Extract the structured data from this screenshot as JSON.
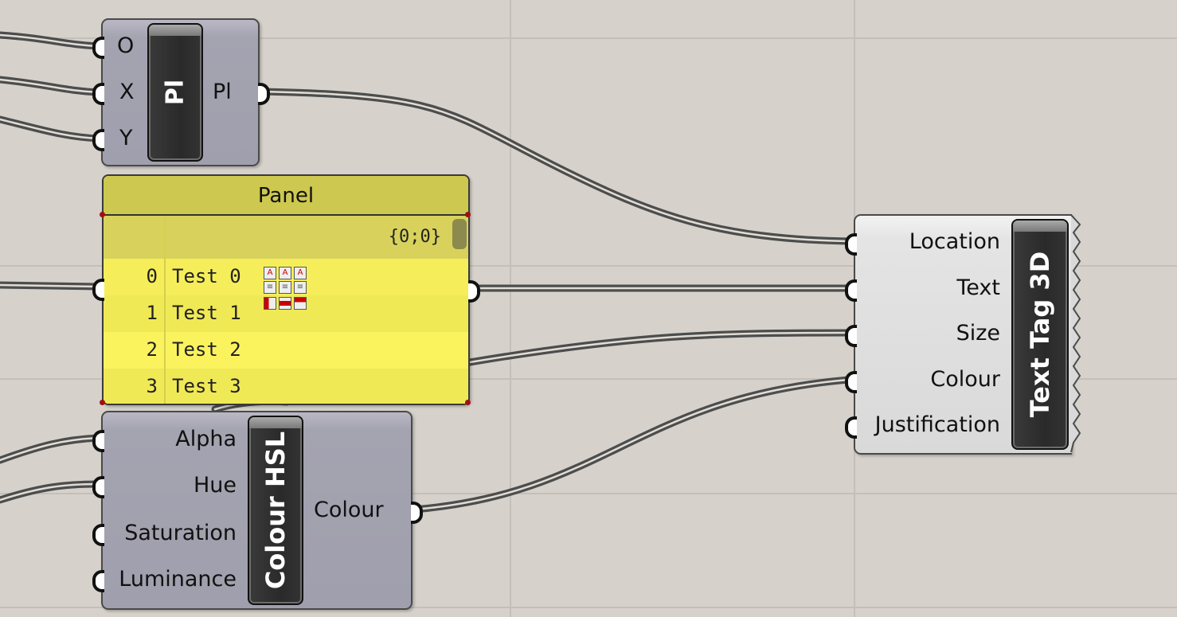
{
  "pl_component": {
    "inputs": [
      "O",
      "X",
      "Y"
    ],
    "nickname": "Pl",
    "output": "Pl"
  },
  "panel": {
    "title": "Panel",
    "path": "{0;0}",
    "rows": [
      {
        "index": "0",
        "value": "Test 0"
      },
      {
        "index": "1",
        "value": "Test 1"
      },
      {
        "index": "2",
        "value": "Test 2"
      },
      {
        "index": "3",
        "value": "Test 3"
      }
    ]
  },
  "colour_hsl": {
    "inputs": [
      "Alpha",
      "Hue",
      "Saturation",
      "Luminance"
    ],
    "nickname": "Colour HSL",
    "output": "Colour"
  },
  "text_tag": {
    "inputs": [
      "Location",
      "Text",
      "Size",
      "Colour",
      "Justification"
    ],
    "nickname": "Text Tag 3D"
  },
  "colors": {
    "canvas": "#d6d2cb",
    "panel_fill": "#f5ee5a",
    "panel_header": "#cdc84f",
    "component_fill": "#a4a3b0",
    "wire": "#4d4d4d"
  }
}
